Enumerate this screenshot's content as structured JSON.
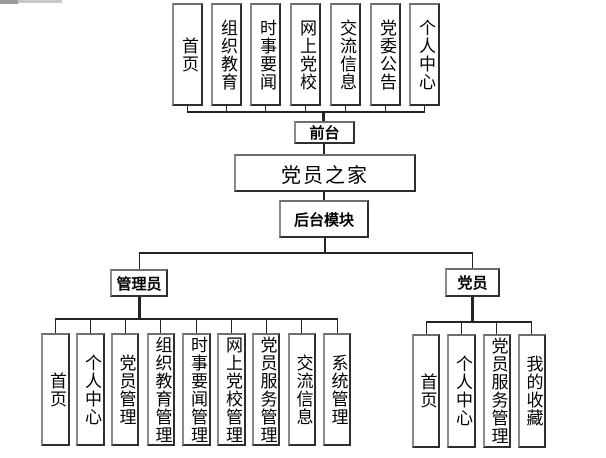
{
  "diagram": {
    "colors": {
      "box_border": "#4f4f4f",
      "line": "#242424",
      "box_fill": "#ffffff",
      "text": "#000000"
    },
    "nodes": {
      "root": "党员之家",
      "front": "前台",
      "backend": "后台模块",
      "admin": "管理员",
      "member": "党员",
      "front_items": [
        "首页",
        "组织教育",
        "时事要闻",
        "网上党校",
        "交流信息",
        "党委公告",
        "个人中心"
      ],
      "admin_items": [
        "首页",
        "个人中心",
        "党员管理",
        "组织教育管理",
        "时事要闻管理",
        "网上党校管理",
        "党员服务管理",
        "交流信息",
        "系统管理"
      ],
      "member_items": [
        "首页",
        "个人中心",
        "党员服务管理",
        "我的收藏"
      ]
    },
    "structure": {
      "root_children": [
        "前台",
        "后台模块"
      ],
      "backend_children": [
        "管理员",
        "党员"
      ]
    }
  }
}
